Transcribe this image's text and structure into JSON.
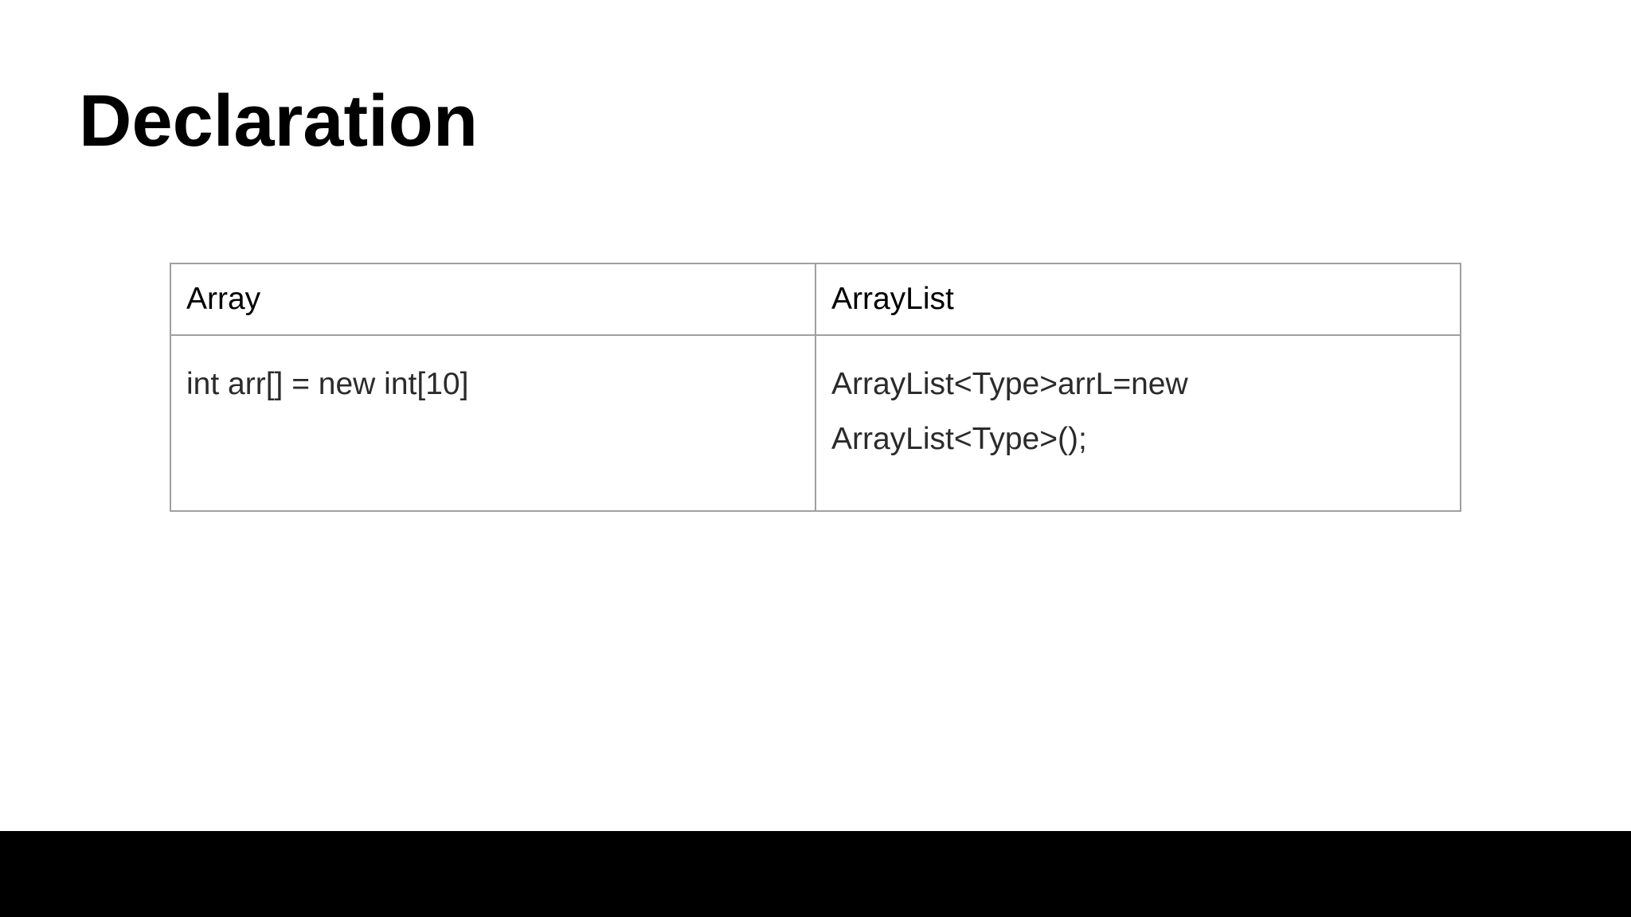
{
  "slide": {
    "title": "Declaration"
  },
  "table": {
    "headers": [
      "Array",
      "ArrayList"
    ],
    "rows": [
      {
        "array": "int arr[] = new int[10]",
        "arraylist_line1": "ArrayList<Type>arrL=new",
        "arraylist_line2": "ArrayList<Type>();"
      }
    ]
  },
  "colors": {
    "background": "#ffffff",
    "border": "#a0a0a0",
    "title": "#000000",
    "bottom_bar": "#000000"
  }
}
